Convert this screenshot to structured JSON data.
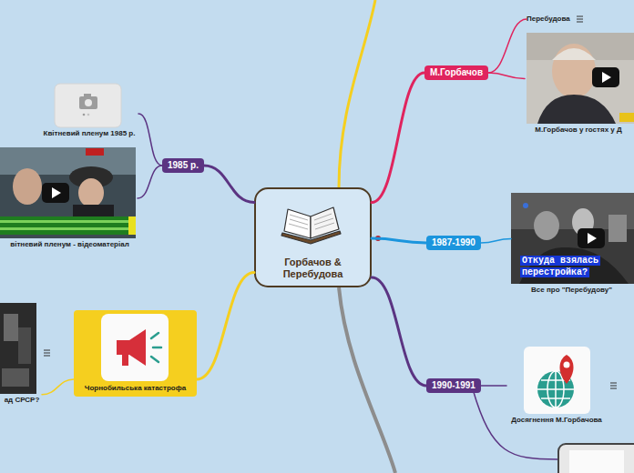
{
  "diagram": {
    "nodes": [
      {
        "text": [
          "Горбачов & Перебудова"
        ]
      },
      {
        "text": [
          "М.Горбачов"
        ]
      },
      {
        "text": [
          "Перебудова"
        ]
      },
      {
        "text": [
          "М.Горбачов у гостях у Д"
        ]
      },
      {
        "text": [
          "1987-1990"
        ]
      },
      {
        "text": [
          "Откуда взялась перестройка?",
          "Все про \"Перебудову\""
        ]
      },
      {
        "text": [
          "1985 р."
        ]
      },
      {
        "text": [
          "Квітневий пленум 1985 р."
        ]
      },
      {
        "text": [
          "вітневий пленум - відеоматеріал"
        ]
      },
      {
        "text": [
          "Чорнобильська катастрофа"
        ]
      },
      {
        "text": [
          "ад СРСР?"
        ]
      },
      {
        "text": [
          "1990-1991"
        ]
      },
      {
        "text": [
          "Досягнення М.Горбачова"
        ]
      }
    ],
    "edges": [
      {
        "from": 0,
        "to": 1,
        "arrow": "none"
      },
      {
        "from": 1,
        "to": 2,
        "arrow": "none"
      },
      {
        "from": 1,
        "to": 3,
        "arrow": "none"
      },
      {
        "from": 0,
        "to": 4,
        "arrow": "none"
      },
      {
        "from": 4,
        "to": 5,
        "arrow": "none"
      },
      {
        "from": 0,
        "to": 6,
        "arrow": "none"
      },
      {
        "from": 6,
        "to": 7,
        "arrow": "none"
      },
      {
        "from": 6,
        "to": 8,
        "arrow": "none"
      },
      {
        "from": 0,
        "to": 9,
        "arrow": "none"
      },
      {
        "from": 9,
        "to": 10,
        "arrow": "none"
      },
      {
        "from": 0,
        "to": 11,
        "arrow": "none"
      },
      {
        "from": 11,
        "to": 12,
        "arrow": "none"
      }
    ]
  }
}
